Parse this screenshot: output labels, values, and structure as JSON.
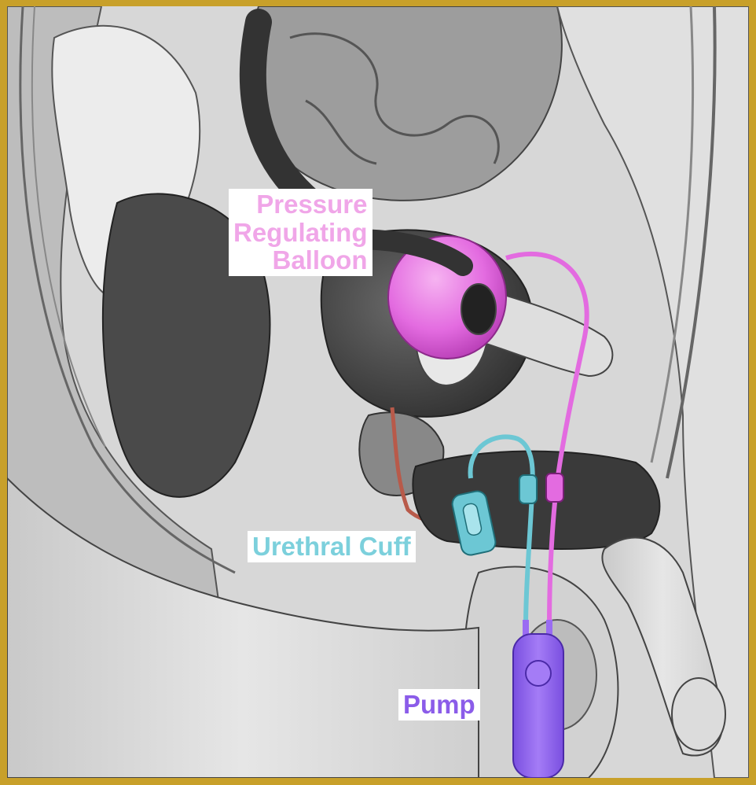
{
  "labels": {
    "balloon": [
      "Pressure",
      "Regulating",
      "Balloon"
    ],
    "cuff": "Urethral Cuff",
    "pump": "Pump"
  },
  "colors": {
    "frame": "#c8a02a",
    "balloon": "#e36be0",
    "balloon_label": "#f0a6e8",
    "cuff": "#6cc7d4",
    "cuff_label": "#7cd0dc",
    "pump": "#9a6cf2",
    "pump_label": "#8b5ce9",
    "urethra": "#b85a4a"
  },
  "icons": [
    "pressure-regulating-balloon-device",
    "urethral-cuff-device",
    "pump-device"
  ]
}
